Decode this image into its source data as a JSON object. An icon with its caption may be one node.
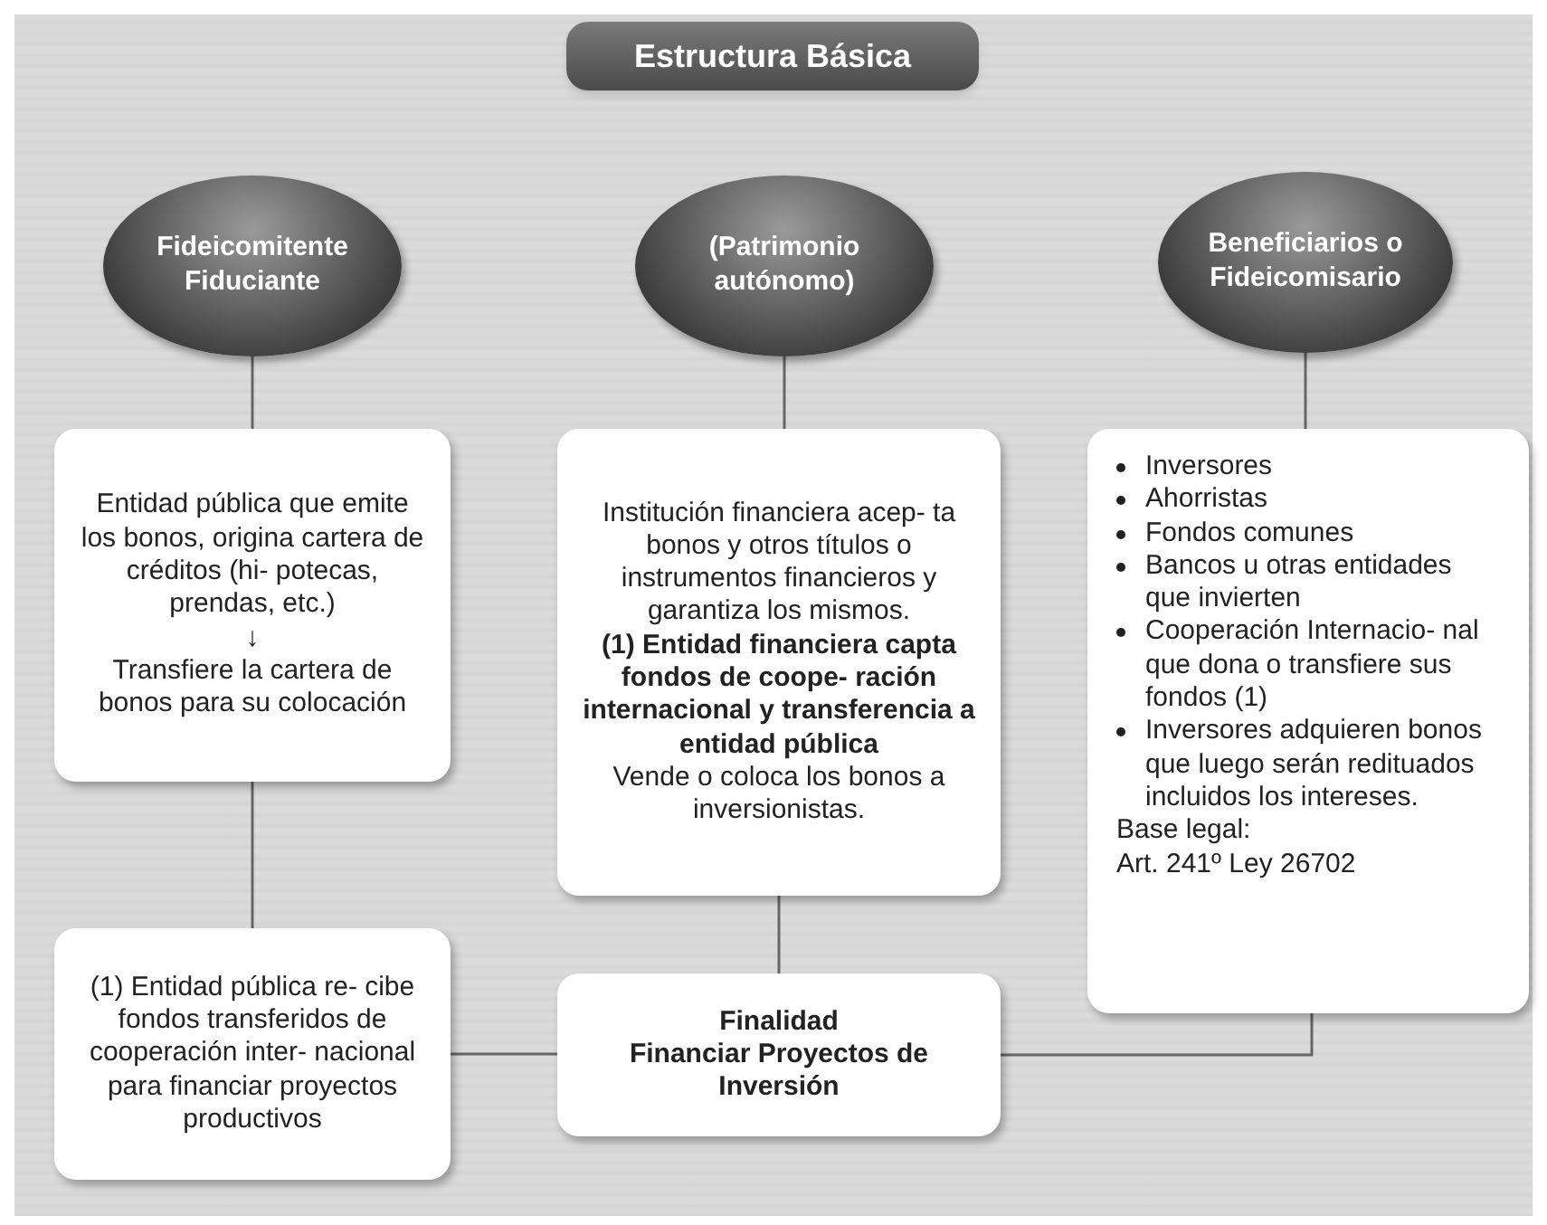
{
  "diagram": {
    "nodes": [
      {
        "text": [
          "Estructura Básica"
        ]
      },
      {
        "text": [
          "Fideicomitente Fiduciante"
        ]
      },
      {
        "text": [
          "(Patrimonio autónomo)"
        ]
      },
      {
        "text": [
          "Beneficiarios o Fideicomisario"
        ]
      },
      {
        "text": [
          "Entidad pública que emite los bonos, origina cartera de créditos (hi- potecas, prendas, etc.)",
          "↓",
          "Transfiere la cartera de bonos para su colocación"
        ]
      },
      {
        "text": [
          "Institución financiera acep- ta bonos y otros títulos o instrumentos financieros y garantiza los mismos.",
          "(1) Entidad financiera capta fondos de coope- ración internacional y transferencia a entidad pública",
          "Vende o coloca los bonos a inversionistas."
        ]
      },
      {
        "text": [
          "Inversores",
          "Ahorristas",
          "Fondos comunes",
          "Bancos u otras entidades que invierten",
          "Cooperación Internacio- nal que dona o transfiere sus fondos (1)",
          "Inversores adquieren bonos que luego serán redituados incluidos los intereses.",
          "Base legal:",
          "Art. 241º Ley 26702"
        ]
      },
      {
        "text": [
          "(1) Entidad pública re- cibe fondos transferidos de cooperación inter- nacional para financiar proyectos productivos"
        ]
      },
      {
        "text": [
          "Finalidad",
          "Financiar Proyectos de Inversión"
        ]
      }
    ],
    "edges": [
      {
        "from": 1,
        "to": 4,
        "arrow": "none"
      },
      {
        "from": 2,
        "to": 5,
        "arrow": "none"
      },
      {
        "from": 3,
        "to": 6,
        "arrow": "none"
      },
      {
        "from": 4,
        "to": 7,
        "arrow": "none"
      },
      {
        "from": 5,
        "to": 8,
        "arrow": "none"
      },
      {
        "from": 7,
        "to": 8,
        "arrow": "none"
      },
      {
        "from": 6,
        "to": 8,
        "arrow": "none"
      }
    ]
  }
}
